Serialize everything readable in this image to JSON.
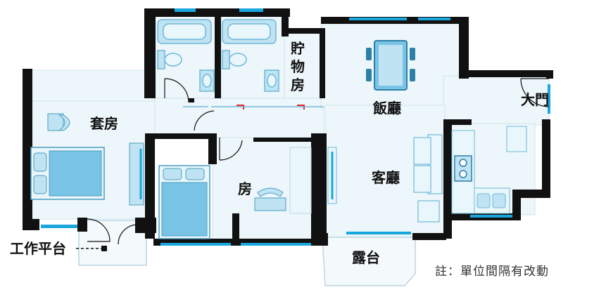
{
  "labels": {
    "master_bedroom": "套房",
    "bedroom": "房",
    "storeroom": [
      "貯",
      "物",
      "房"
    ],
    "dining": "飯廳",
    "living": "客廳",
    "entrance": "大門",
    "balcony": "露台",
    "utility_platform": "工作平台"
  },
  "note": "註：單位間隔有改動",
  "colors": {
    "wall": "#111111",
    "floor": "#edf6fa",
    "floor_light": "#f4f9fc",
    "window": "#1aa7de",
    "furniture": "#bfe3f2",
    "bed": "#79c4e6",
    "door_marker": "#e8202a"
  }
}
